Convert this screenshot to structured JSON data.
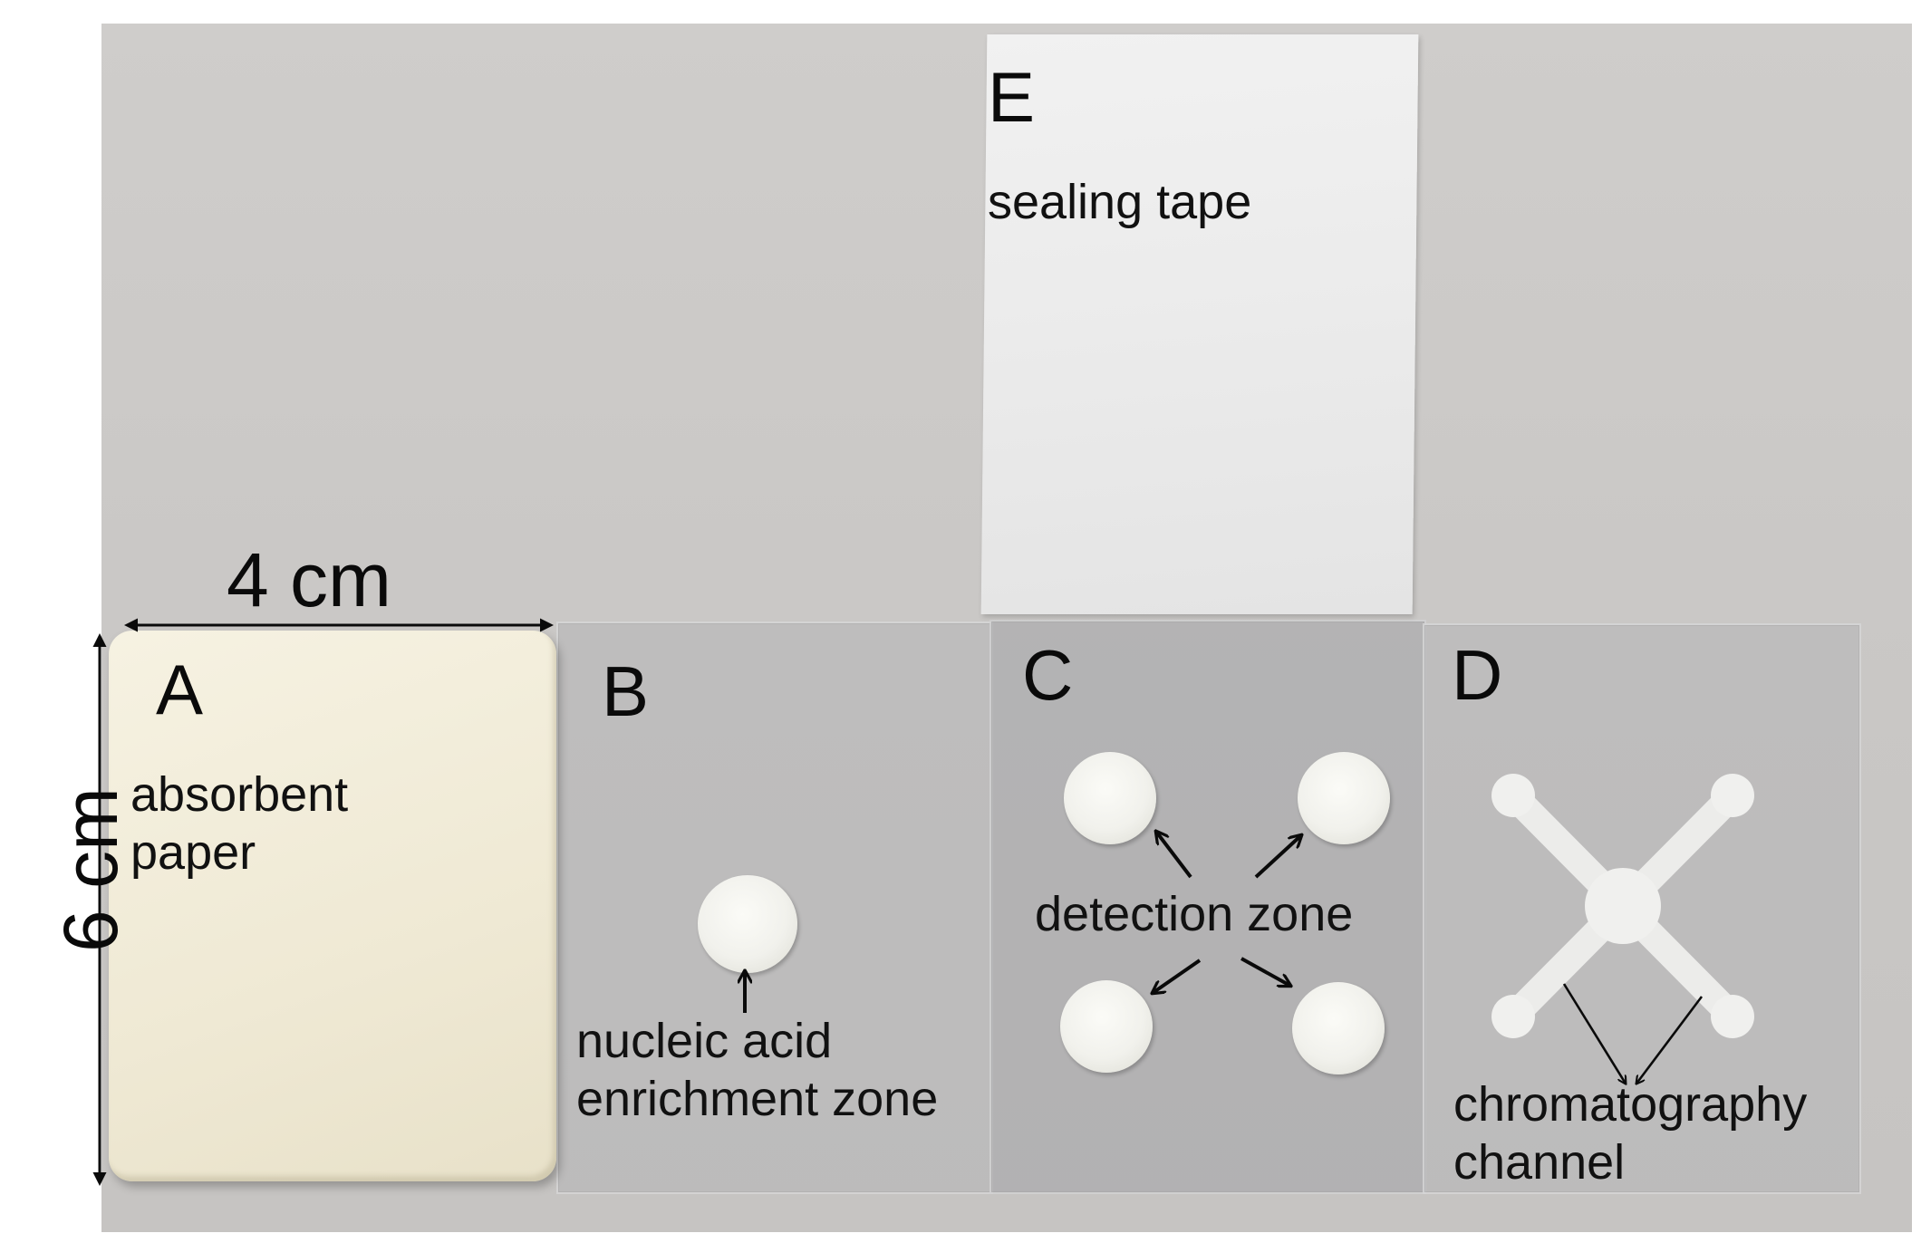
{
  "panels": {
    "a": {
      "letter": "A",
      "label": "absorbent\npaper"
    },
    "b": {
      "letter": "B",
      "label": "nucleic acid\nenrichment zone"
    },
    "c": {
      "letter": "C",
      "label": "detection zone"
    },
    "d": {
      "letter": "D",
      "label": "chromatography\nchannel"
    },
    "e": {
      "letter": "E",
      "label": "sealing tape"
    }
  },
  "dimensions": {
    "width": "4 cm",
    "height": "6 cm"
  },
  "colors": {
    "background": "#ffffff",
    "photo_backdrop": "#cbc9c7",
    "absorbent_paper": "#efe9d4",
    "film": "#b4b4b6",
    "tape": "#ebebeb",
    "disc": "#f1f1ec",
    "text": "#0a0a0a"
  }
}
